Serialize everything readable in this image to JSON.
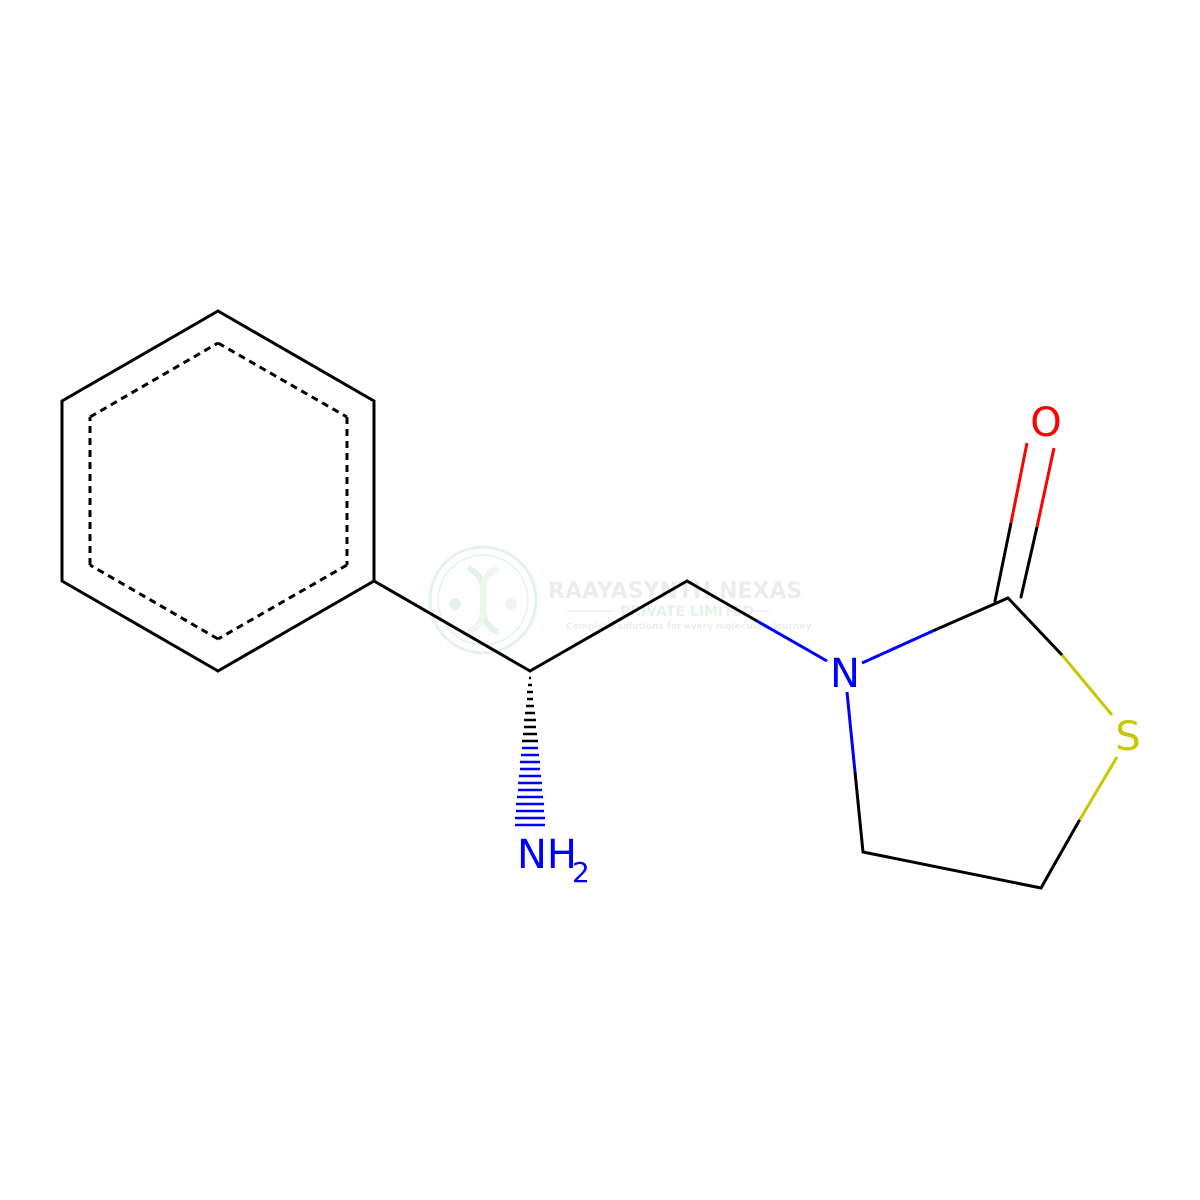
{
  "molecule": {
    "atoms": {
      "oxygen": "O",
      "nitrogen_ring": "N",
      "sulfur": "S",
      "amine": "NH",
      "amine_subscript": "2"
    },
    "colors": {
      "bond": "#000000",
      "nitrogen": "#0000ff",
      "oxygen": "#ff0000",
      "sulfur": "#c8c800"
    }
  },
  "watermark": {
    "company_name": "RAAYASYNTH NEXAS",
    "company_type": "PRIVATE LIMITED",
    "tagline": "Complete solutions for every molecule's journey",
    "logo_color": "#3aa85a"
  }
}
